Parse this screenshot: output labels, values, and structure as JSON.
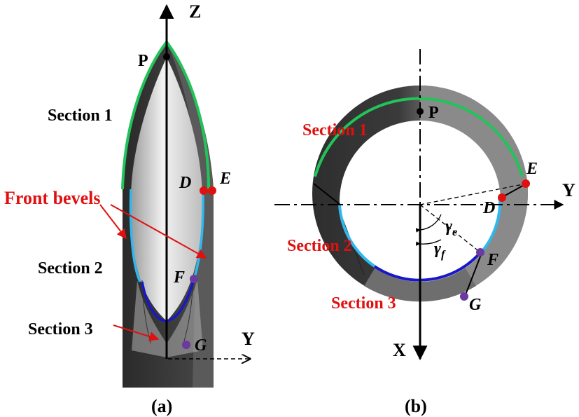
{
  "panel_a": {
    "axis_z": "Z",
    "axis_y": "Y",
    "point_p": "P",
    "point_d": "D",
    "point_e": "E",
    "point_f": "F",
    "point_g": "G",
    "section1": "Section 1",
    "section2": "Section 2",
    "section3": "Section 3",
    "front_bevels": "Front bevels",
    "caption": "(a)"
  },
  "panel_b": {
    "axis_y": "Y",
    "axis_x": "X",
    "point_p": "P",
    "point_d": "D",
    "point_e": "E",
    "point_f": "F",
    "point_g": "G",
    "section1": "Section 1",
    "section2": "Section 2",
    "section3": "Section 3",
    "gamma_symbol": "γ",
    "gamma_e_sub": "e",
    "gamma_f_sub": "f",
    "caption": "(b)"
  },
  "colors": {
    "section1_edge": "#22c45a",
    "section2_edge": "#30b8ee",
    "section3_edge": "#1818c8",
    "label_red": "#e01010",
    "point_red": "#e01010",
    "point_purple": "#6a3aa0"
  }
}
